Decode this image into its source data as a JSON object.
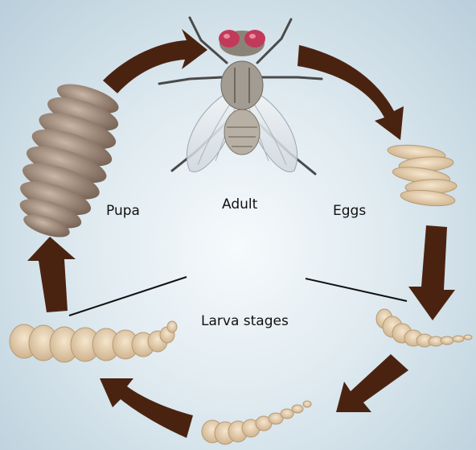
{
  "labels": {
    "pupa": "Pupa",
    "adult": "Adult",
    "eggs": "Eggs",
    "larva": "Larva stages"
  },
  "colors": {
    "arrow": "#4a2310",
    "body_tan": "#e8d2b0",
    "pupa_brown": "#9a8272",
    "fly_eye": "#c23a5a"
  },
  "stages": [
    "adult",
    "eggs",
    "larva",
    "larva",
    "larva",
    "pupa"
  ]
}
